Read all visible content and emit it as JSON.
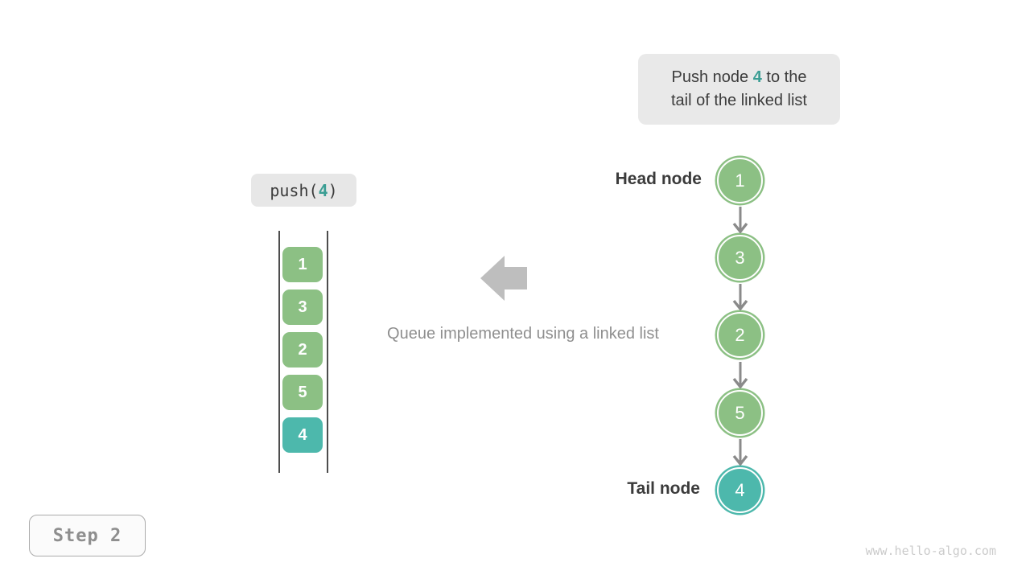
{
  "callout": {
    "line1_pre": "Push node ",
    "highlight": "4",
    "line1_post": " to the",
    "line2": "tail of the linked list"
  },
  "push_label": {
    "pre": "push(",
    "arg": "4",
    "post": ")"
  },
  "queue": {
    "items": [
      {
        "value": "1",
        "highlighted": false
      },
      {
        "value": "3",
        "highlighted": false
      },
      {
        "value": "2",
        "highlighted": false
      },
      {
        "value": "5",
        "highlighted": false
      },
      {
        "value": "4",
        "highlighted": true
      }
    ]
  },
  "caption": "Queue implemented using a linked list",
  "linked_list": {
    "head_label": "Head node",
    "tail_label": "Tail node",
    "nodes": [
      {
        "value": "1",
        "highlighted": false
      },
      {
        "value": "3",
        "highlighted": false
      },
      {
        "value": "2",
        "highlighted": false
      },
      {
        "value": "5",
        "highlighted": false
      },
      {
        "value": "4",
        "highlighted": true
      }
    ]
  },
  "step_label": "Step 2",
  "watermark": "www.hello-algo.com",
  "colors": {
    "node_green": "#8cc084",
    "node_teal": "#4db8ac",
    "highlight_text": "#3b9e94",
    "callout_bg": "#e9e9e9",
    "arrow_gray": "#bebebe",
    "connector_gray": "#8a8a8a",
    "text_dark": "#3c3c3c",
    "text_gray": "#8f8f8f"
  }
}
